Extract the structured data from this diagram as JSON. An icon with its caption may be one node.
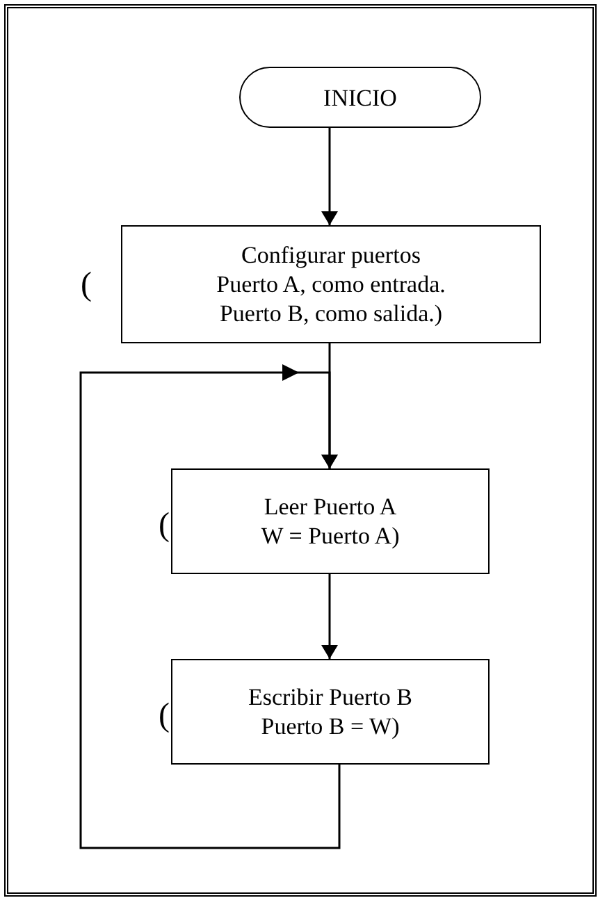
{
  "diagram": {
    "nodes": [
      {
        "text": [
          "INICIO"
        ]
      },
      {
        "text": [
          "Configurar puertos Puerto A, como entrada. Puerto B, como salida.)"
        ]
      },
      {
        "text": [
          "Leer Puerto A W = Puerto A)"
        ]
      },
      {
        "text": [
          "Escribir Puerto B Puerto B = W)"
        ]
      }
    ],
    "edges": [
      {
        "from": 0,
        "to": 1,
        "arrow": "to"
      },
      {
        "from": 1,
        "to": 2,
        "arrow": "to"
      },
      {
        "from": 2,
        "to": 3,
        "arrow": "to"
      },
      {
        "from": 3,
        "to": 2,
        "arrow": "to"
      }
    ],
    "labels": [
      "(",
      "(",
      "("
    ]
  }
}
